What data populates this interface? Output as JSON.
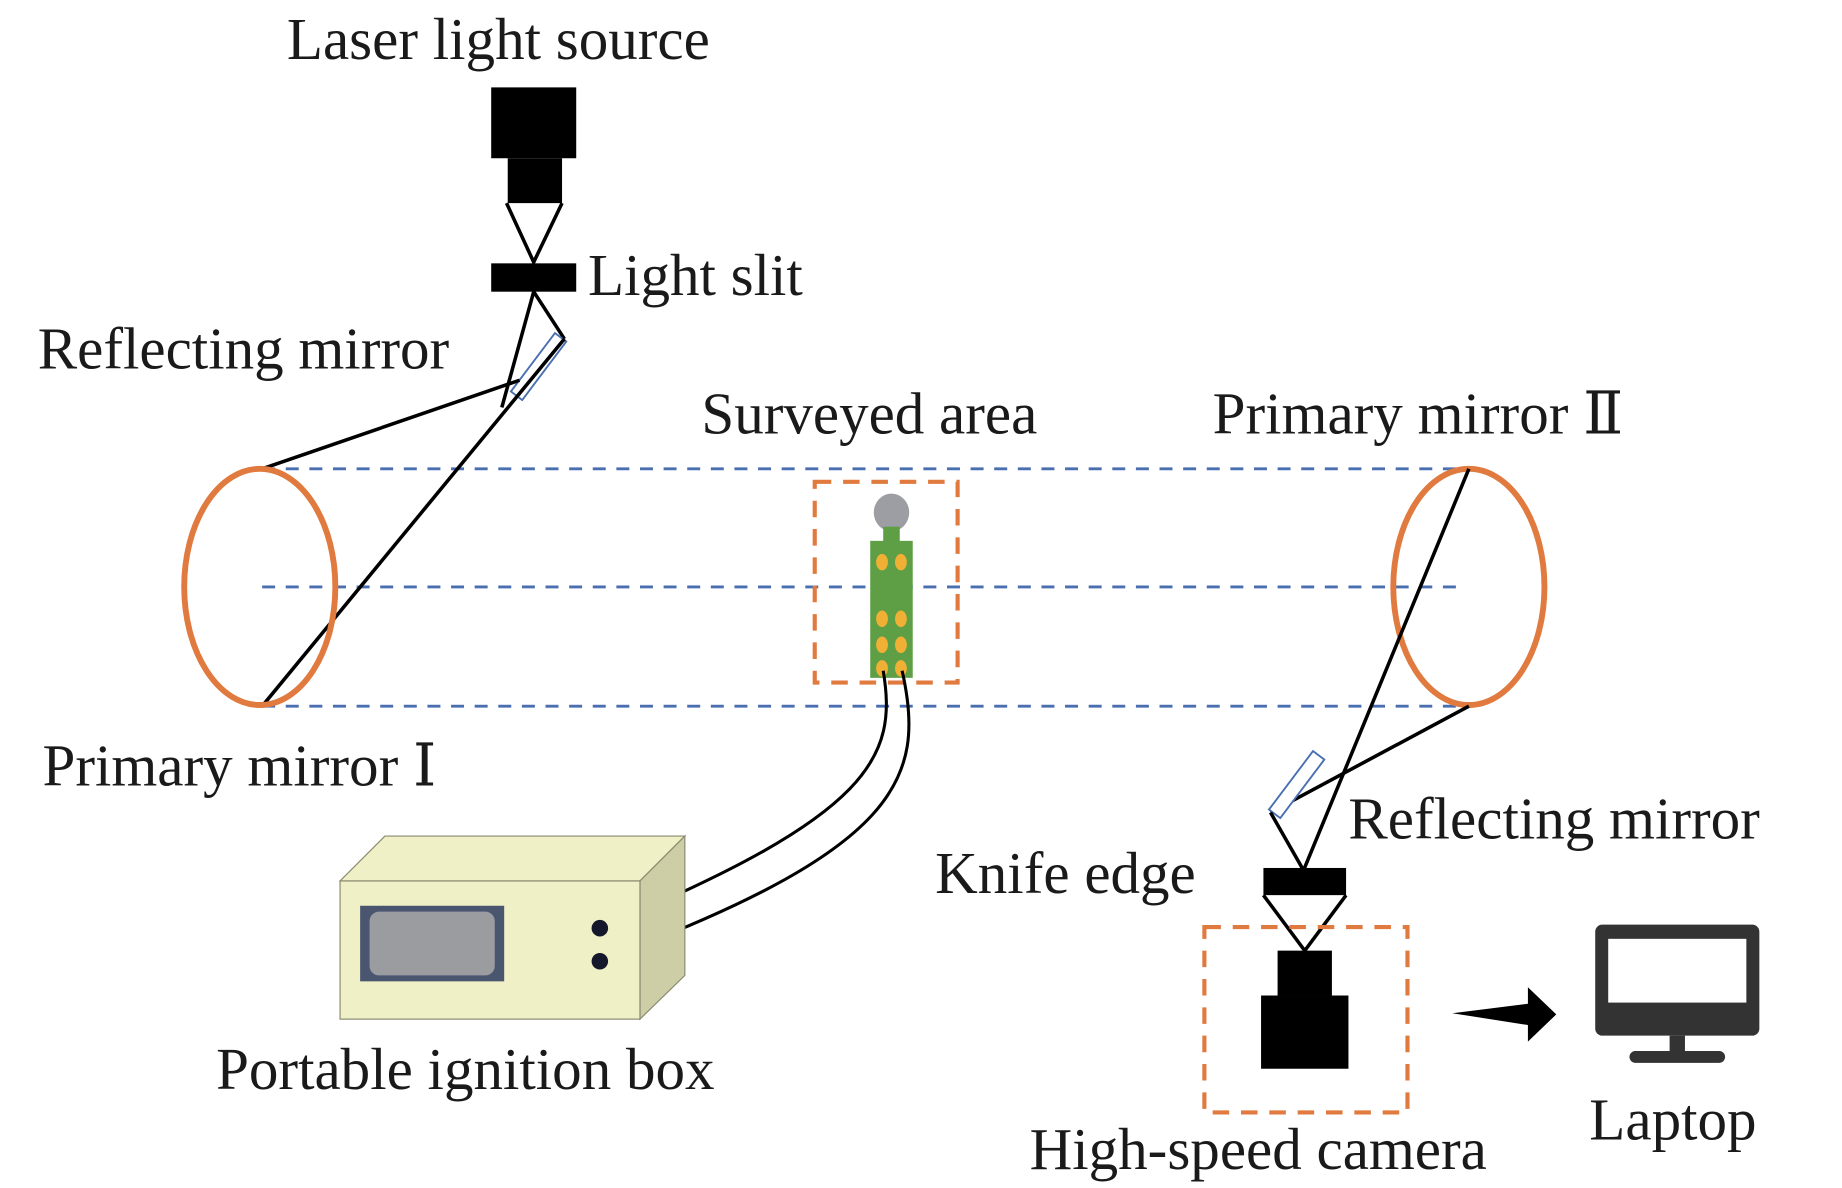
{
  "diagram": {
    "title": "Schlieren optical measurement setup",
    "labels": {
      "laser_light_source": "Laser light source",
      "light_slit": "Light slit",
      "reflecting_mirror_1": "Reflecting mirror",
      "surveyed_area": "Surveyed area",
      "primary_mirror_2": "Primary mirror Ⅱ",
      "primary_mirror_1": "Primary mirror Ⅰ",
      "reflecting_mirror_2": "Reflecting mirror",
      "knife_edge": "Knife edge",
      "portable_ignition_box": "Portable ignition box",
      "high_speed_camera": "High-speed camera",
      "laptop": "Laptop"
    },
    "colors": {
      "primary_mirror": "#e07a3f",
      "optical_axis": "#4a6fb0",
      "flat_mirror_outline": "#4a6fb0",
      "dashed_box": "#e07a3f",
      "sample_board": "#5e9e45",
      "sample_dots": "#f0b035",
      "sample_tip": "#9c9ea3",
      "ignition_box_front": "#f0f0c6",
      "ignition_box_side": "#cdcda6",
      "ignition_screen": "#9b9ca0",
      "ignition_screen_frame": "#4a5670",
      "laptop_icon": "#333333"
    }
  }
}
